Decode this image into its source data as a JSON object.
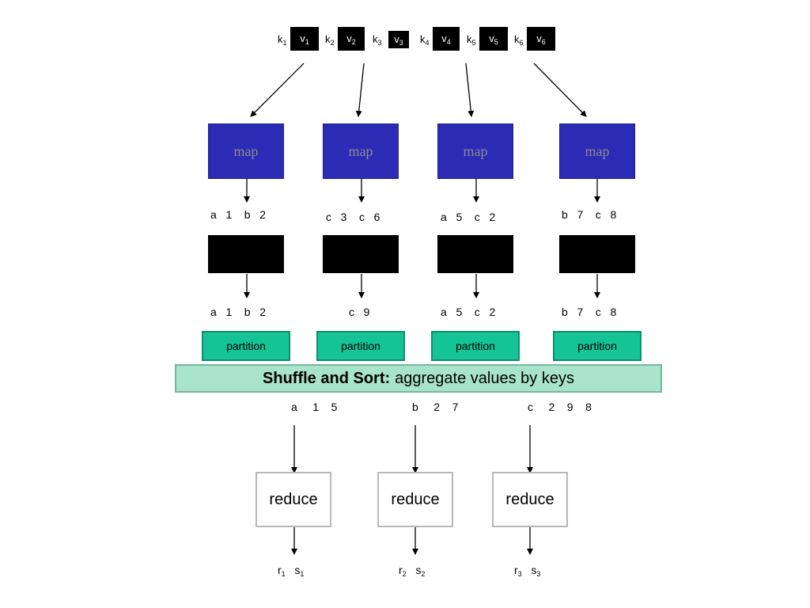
{
  "inputs": [
    {
      "k": "k",
      "ks": "1",
      "v": "v",
      "vs": "1"
    },
    {
      "k": "k",
      "ks": "2",
      "v": "v",
      "vs": "2"
    },
    {
      "k": "k",
      "ks": "3",
      "v": "v",
      "vs": "3"
    },
    {
      "k": "k",
      "ks": "4",
      "v": "v",
      "vs": "4"
    },
    {
      "k": "k",
      "ks": "5",
      "v": "v",
      "vs": "5"
    },
    {
      "k": "k",
      "ks": "6",
      "v": "v",
      "vs": "6"
    }
  ],
  "mappers": [
    {
      "label": "map",
      "emitted": "a   1    b   2",
      "combined": "a   1    b   2",
      "partition": "partition"
    },
    {
      "label": "map",
      "emitted": "c   3    c   6",
      "combined": "c   9",
      "partition": "partition"
    },
    {
      "label": "map",
      "emitted": "a   5    c   2",
      "combined": "a   5    c   2",
      "partition": "partition"
    },
    {
      "label": "map",
      "emitted": "b   7    c   8",
      "combined": "b   7    c   8",
      "partition": "partition"
    }
  ],
  "shuffle": {
    "bold": "Shuffle and Sort:",
    "rest": "aggregate values by keys"
  },
  "groups": [
    {
      "text": "a     1    5"
    },
    {
      "text": "b     2    7"
    },
    {
      "text": "c     2    9    8"
    }
  ],
  "reducers": [
    {
      "label": "reduce",
      "r": "r",
      "rs": "1",
      "s": "s",
      "ss": "1"
    },
    {
      "label": "reduce",
      "r": "r",
      "rs": "2",
      "s": "s",
      "ss": "2"
    },
    {
      "label": "reduce",
      "r": "r",
      "rs": "3",
      "s": "s",
      "ss": "3"
    }
  ],
  "colors": {
    "map": "#2b2bb5",
    "map_text": "#8c8c8c",
    "combiner": "#000000",
    "partition": "#14c496",
    "shuffle": "#a8e3cc",
    "reduce_border": "#b8b8b8"
  }
}
